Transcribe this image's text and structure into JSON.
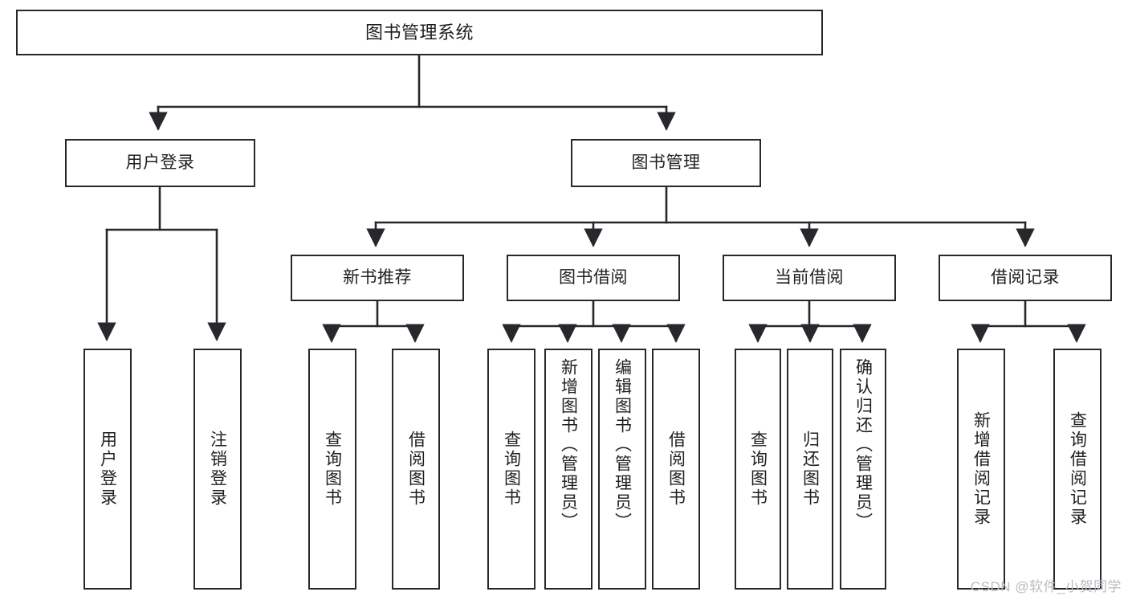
{
  "diagram": {
    "title": "图书管理系统",
    "type": "tree-hierarchy-chart",
    "line_color": "#26282b",
    "box_fill": "#ffffff",
    "text_color": "#1d1f21",
    "root": {
      "label": "图书管理系统",
      "children": [
        {
          "label": "用户登录",
          "children": [
            {
              "label": "用户登录"
            },
            {
              "label": "注销登录"
            }
          ]
        },
        {
          "label": "图书管理",
          "children": [
            {
              "label": "新书推荐",
              "children": [
                {
                  "label": "查询图书"
                },
                {
                  "label": "借阅图书"
                }
              ]
            },
            {
              "label": "图书借阅",
              "children": [
                {
                  "label": "查询图书"
                },
                {
                  "label": "新增图书（管理员）"
                },
                {
                  "label": "编辑图书（管理员）"
                },
                {
                  "label": "借阅图书"
                }
              ]
            },
            {
              "label": "当前借阅",
              "children": [
                {
                  "label": "查询图书"
                },
                {
                  "label": "归还图书"
                },
                {
                  "label": "确认归还（管理员）"
                }
              ]
            },
            {
              "label": "借阅记录",
              "children": [
                {
                  "label": "新增借阅记录"
                },
                {
                  "label": "查询借阅记录"
                }
              ]
            }
          ]
        }
      ]
    }
  },
  "watermark": {
    "text": "CSDN @软件_小贺同学"
  }
}
